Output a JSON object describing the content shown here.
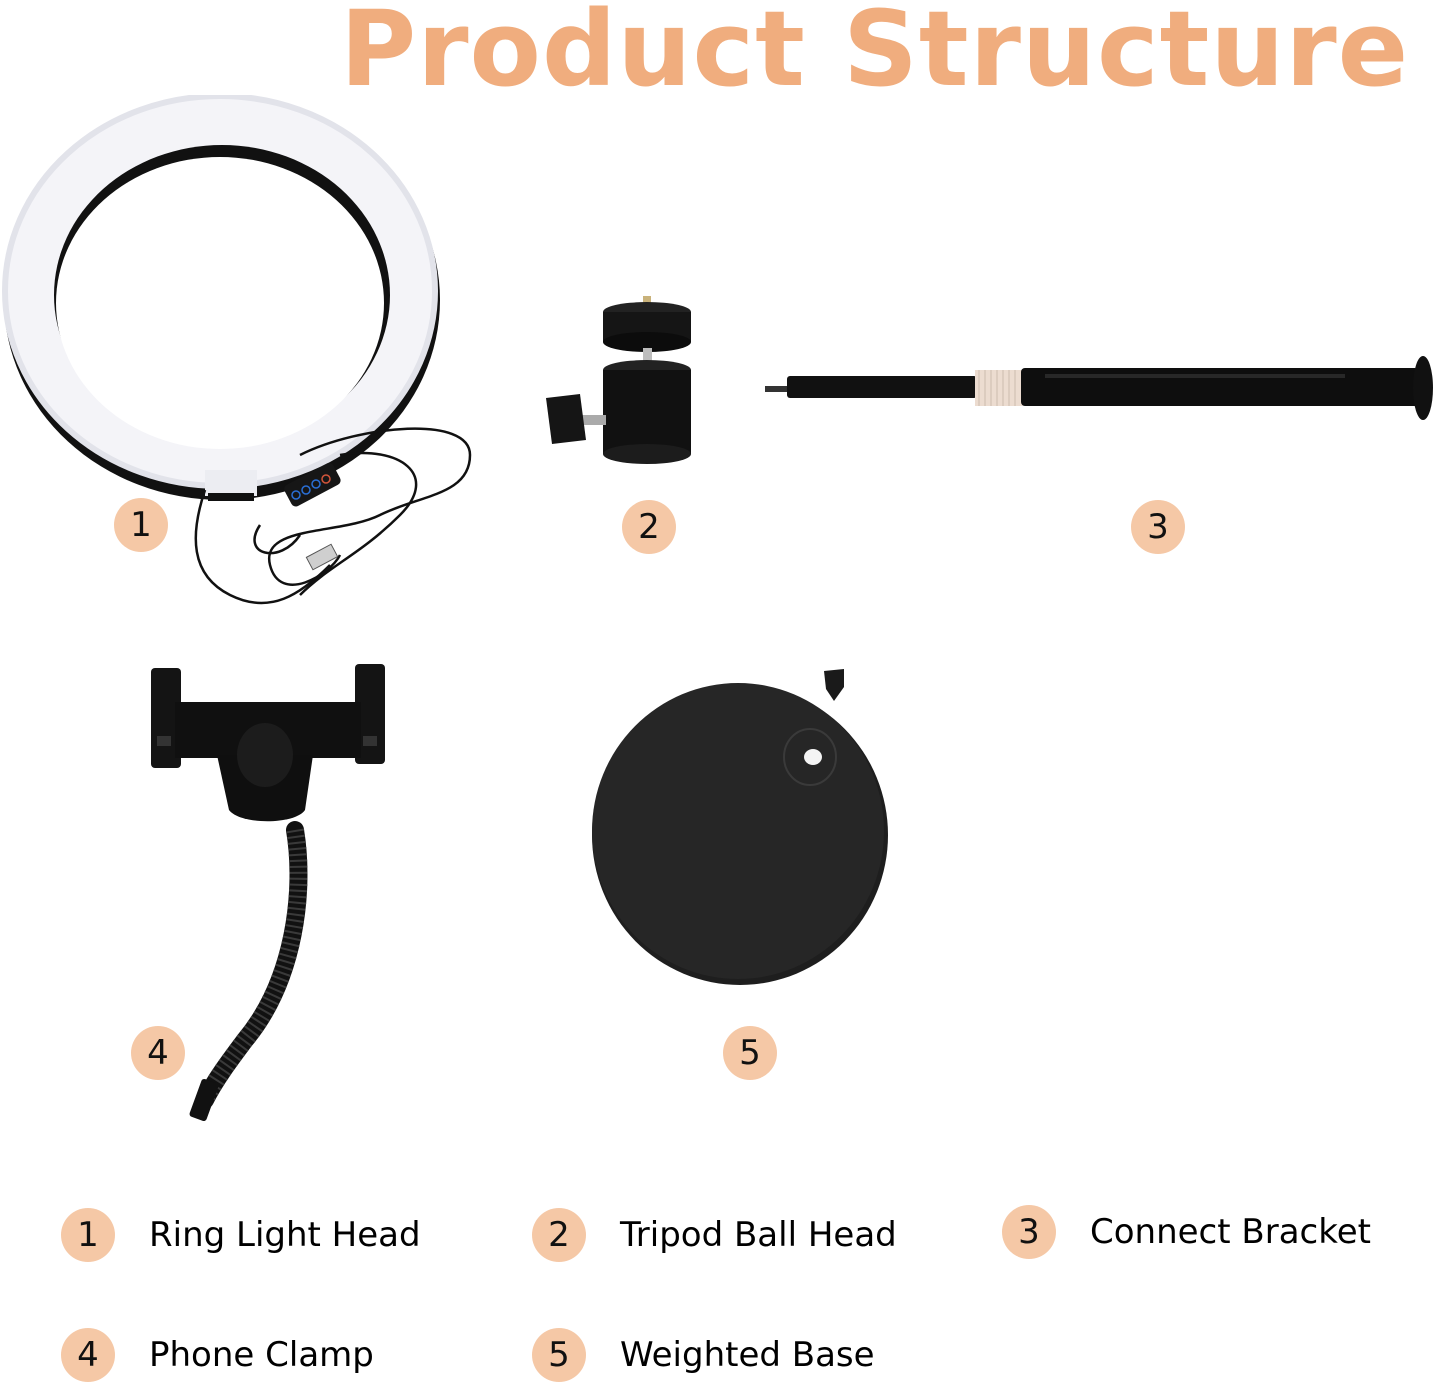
{
  "page": {
    "title": "Product Structure",
    "accent_color": "#F0AD7E",
    "badge_color": "#F5C8A6"
  },
  "parts": [
    {
      "number": "1",
      "name": "Ring Light Head",
      "icon": "ring-light-icon"
    },
    {
      "number": "2",
      "name": "Tripod Ball Head",
      "icon": "ball-head-icon"
    },
    {
      "number": "3",
      "name": "Connect Bracket",
      "icon": "bracket-rod-icon"
    },
    {
      "number": "4",
      "name": "Phone Clamp",
      "icon": "phone-clamp-icon"
    },
    {
      "number": "5",
      "name": "Weighted Base",
      "icon": "weighted-base-icon"
    }
  ]
}
